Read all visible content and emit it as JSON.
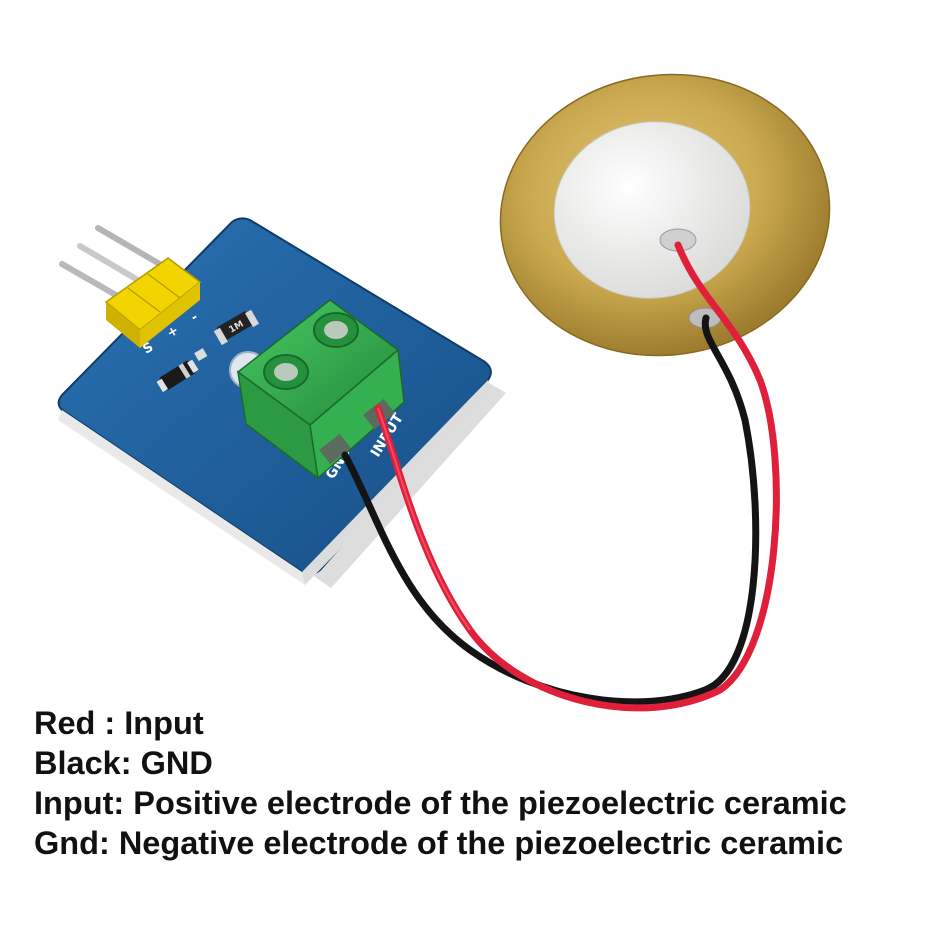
{
  "caption": {
    "line1": "Red : Input",
    "line2": "Black: GND",
    "line3": "Input: Positive electrode of the piezoelectric ceramic",
    "line4": "Gnd: Negative electrode of the piezoelectric ceramic"
  },
  "module": {
    "pin_label_s": "S",
    "pin_label_plus": "+",
    "pin_label_minus": "-",
    "terminal_label_gnd": "GND",
    "terminal_label_input": "INPUT",
    "resistor_code": "1M"
  },
  "colors": {
    "pcb": "#1f5f9b",
    "terminal_block": "#2fae4a",
    "header_pins": "#f2d400",
    "brass_disc": "#c9a84e",
    "ceramic": "#f2f2f0",
    "wire_red": "#e0203a",
    "wire_black": "#141414"
  }
}
